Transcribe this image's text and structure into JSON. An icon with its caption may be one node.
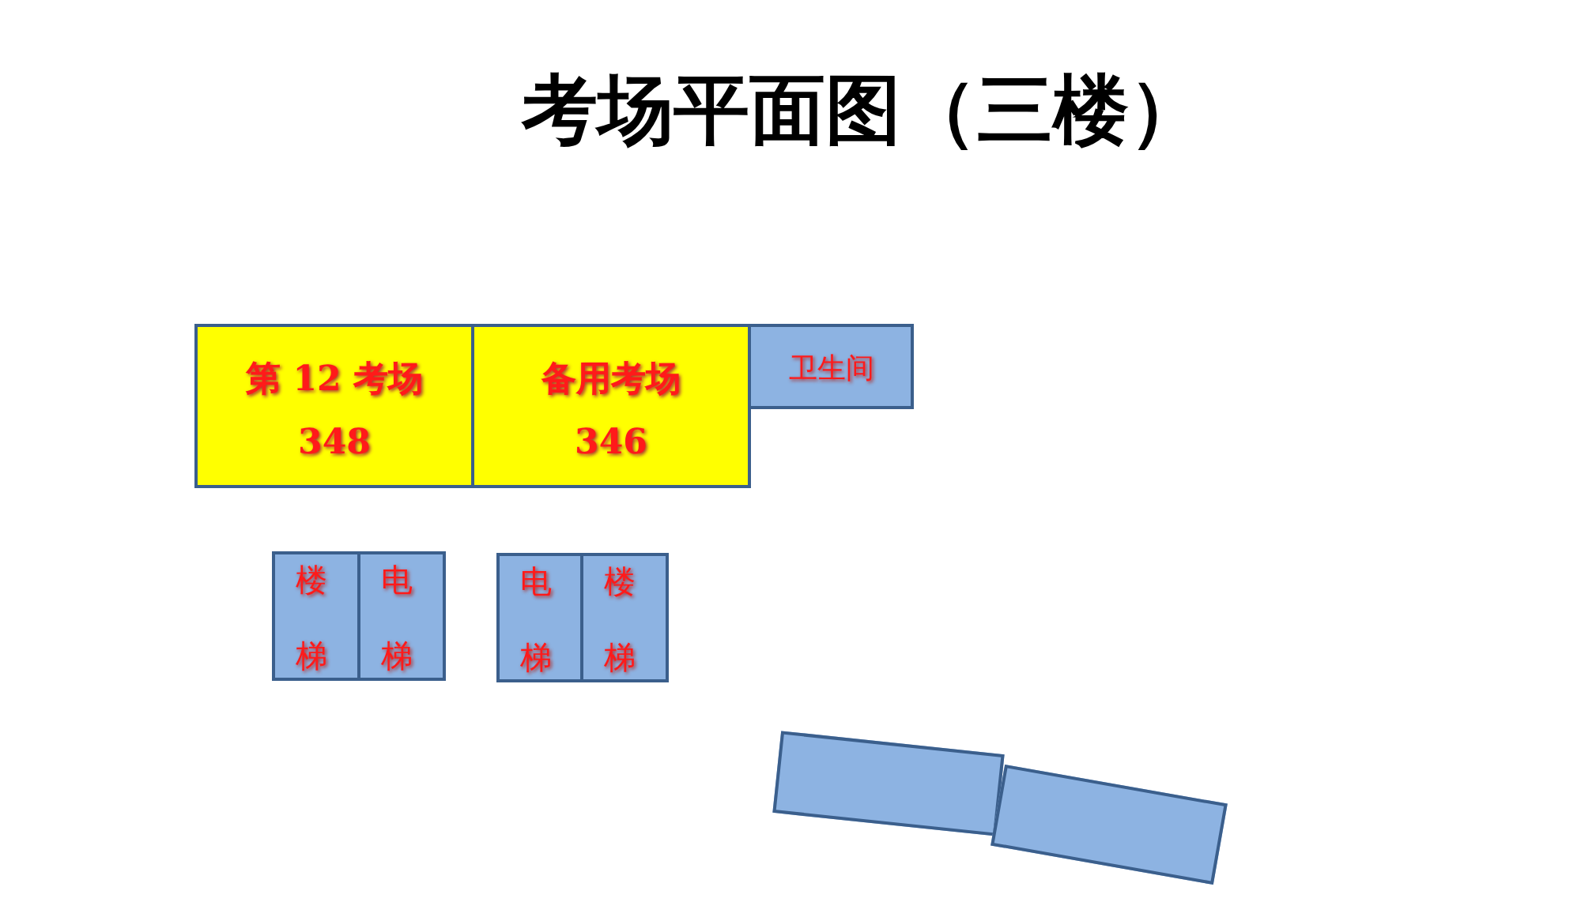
{
  "diagram": {
    "title": "考场平面图（三楼）",
    "nodes": [
      {
        "text": [
          "第 12 考场",
          "348"
        ]
      },
      {
        "text": [
          "备用考场",
          "346"
        ]
      },
      {
        "text": [
          "卫生间"
        ]
      },
      {
        "text": [
          "楼梯"
        ]
      },
      {
        "text": [
          "电梯"
        ]
      },
      {
        "text": [
          "电梯"
        ]
      },
      {
        "text": [
          "楼梯"
        ]
      },
      {
        "text": [],
        "shape": "box"
      },
      {
        "text": [],
        "shape": "box"
      }
    ],
    "edges": []
  }
}
